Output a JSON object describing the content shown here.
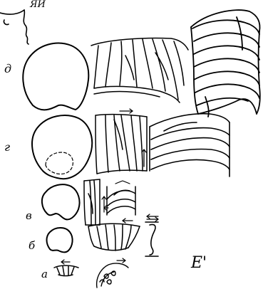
{
  "figure": {
    "top_label": "ЯИ",
    "panel_label": "E'",
    "row_labels": {
      "d": "д",
      "g": "г",
      "v": "в",
      "b": "б",
      "a": "а"
    }
  }
}
